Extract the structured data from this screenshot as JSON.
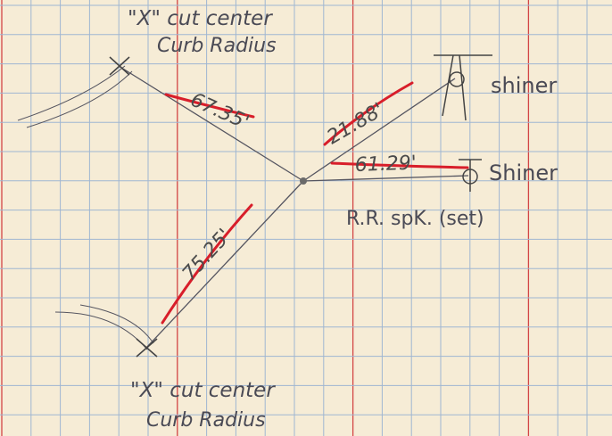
{
  "labels": {
    "cut_top_line1": "\"X\" cut center",
    "cut_top_line2": "Curb Radius",
    "cut_bottom_line1": "\"X\" cut center",
    "cut_bottom_line2": "Curb Radius",
    "shiner_upper": "shiner",
    "shiner_lower": "Shiner",
    "rr_spike": "R.R. spK. (set)"
  },
  "distances": {
    "to_top_x": "67.35'",
    "to_upper_shiner": "21.88'",
    "to_lower_shiner": "61.29'",
    "to_bottom_x": "75.25'"
  },
  "colors": {
    "paper": "#f6ecd6",
    "grid_blue": "#9fb6d2",
    "grid_red": "#d34545",
    "pencil": "#555560",
    "red_pencil": "#d81e2a"
  }
}
